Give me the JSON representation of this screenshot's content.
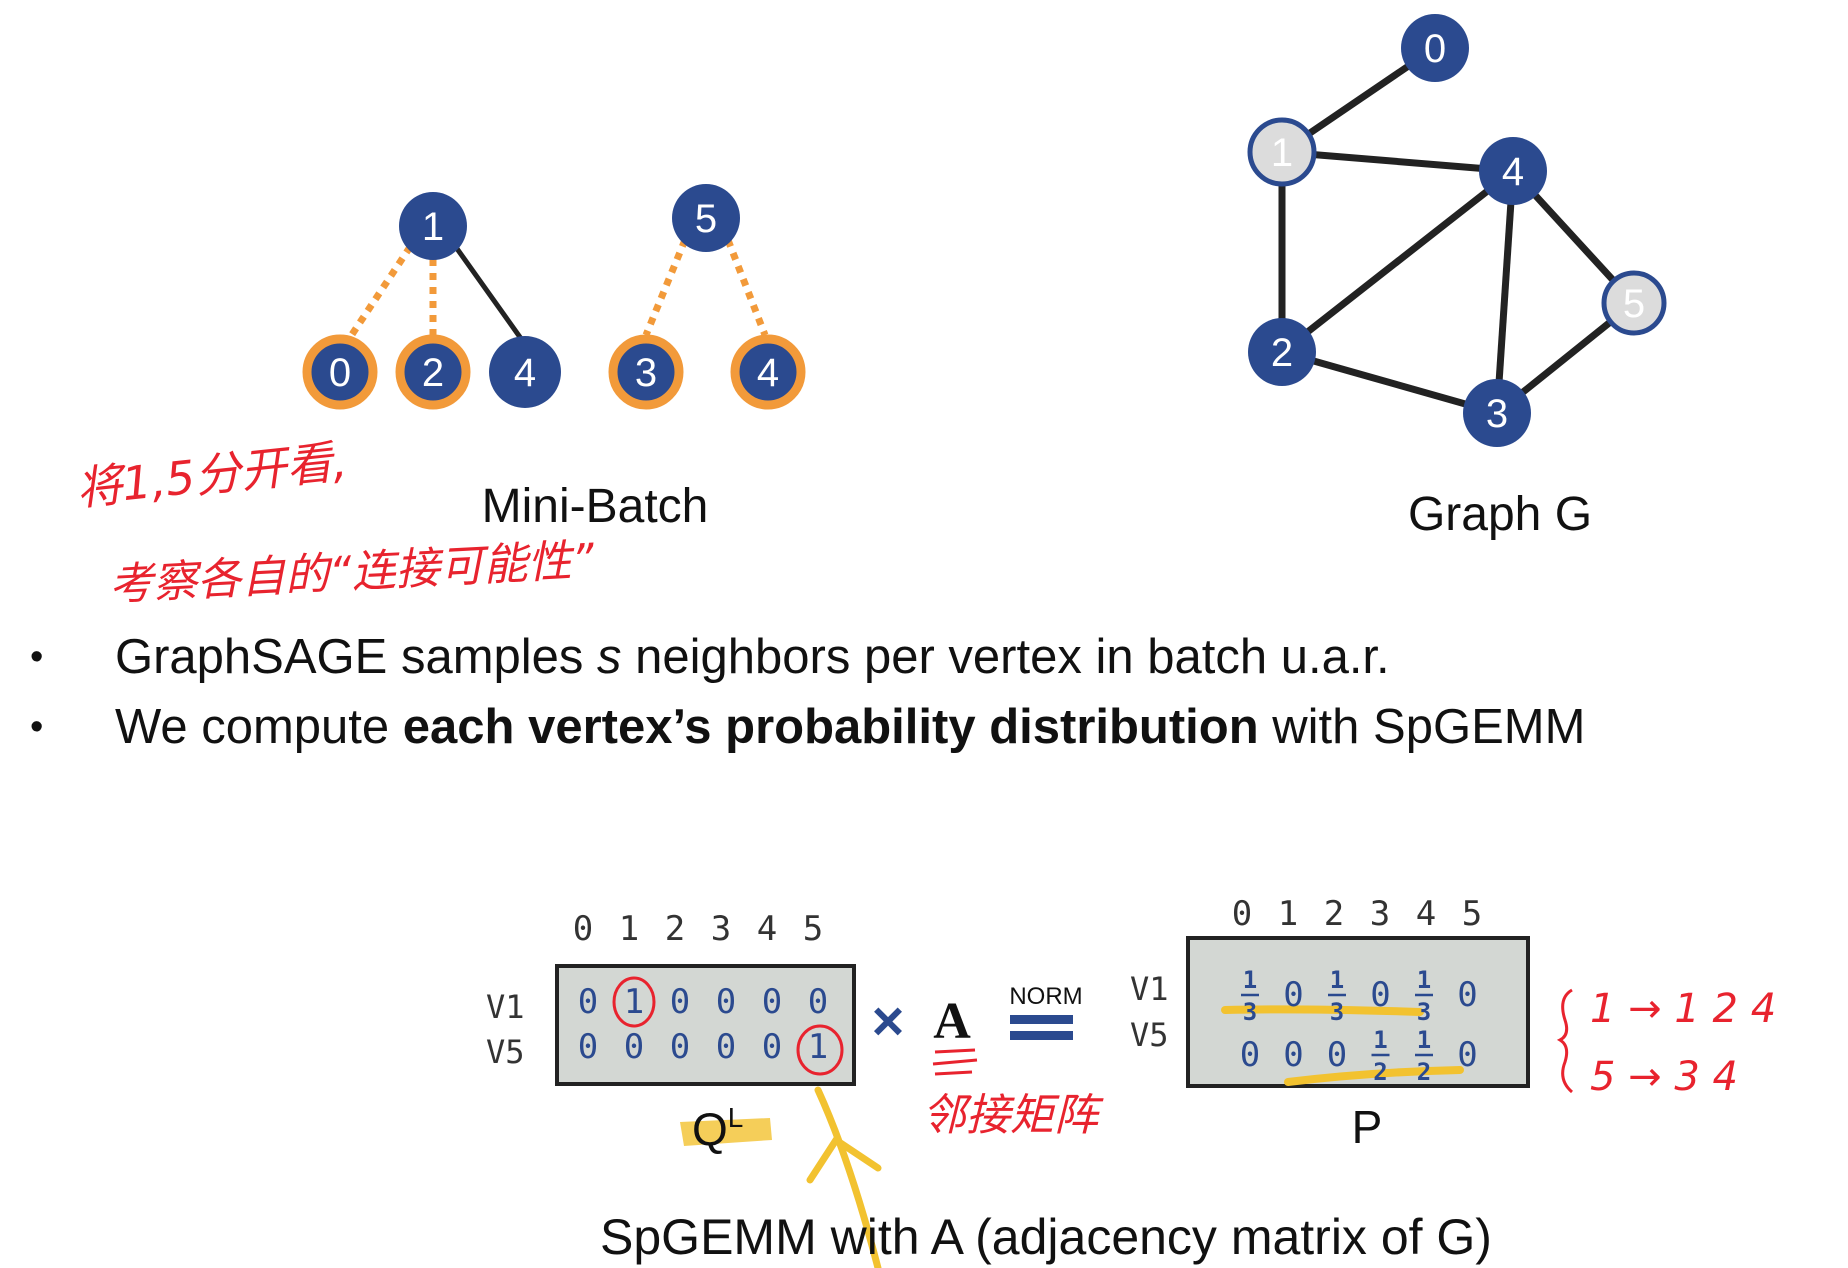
{
  "minibatch": {
    "caption": "Mini-Batch",
    "roots": [
      "1",
      "5"
    ],
    "tree1_children": [
      "0",
      "2",
      "4"
    ],
    "tree2_children": [
      "3",
      "4"
    ]
  },
  "graph": {
    "caption": "Graph G",
    "nodes": [
      "0",
      "1",
      "2",
      "3",
      "4",
      "5"
    ]
  },
  "handwriting": {
    "line1": "将1,5分开看,",
    "line2": "考察各自的“连接可能性”",
    "adjacency_note": "邻接矩阵",
    "map_line1": "1 → 1 2 4",
    "map_line2": "5 → 3 4"
  },
  "bullets": {
    "b1_pre": "GraphSAGE samples ",
    "b1_em": "s",
    "b1_post": " neighbors per vertex in batch u.a.r.",
    "b2_pre": "We compute ",
    "b2_bold": "each vertex’s probability distribution",
    "b2_post": " with SpGEMM"
  },
  "equation": {
    "col_headers": [
      "0",
      "1",
      "2",
      "3",
      "4",
      "5"
    ],
    "row_labels": [
      "V1",
      "V5"
    ],
    "Q_rows": [
      [
        "0",
        "1",
        "0",
        "0",
        "0",
        "0"
      ],
      [
        "0",
        "0",
        "0",
        "0",
        "0",
        "1"
      ]
    ],
    "Q_label": "Q",
    "Q_superscript": "L",
    "times": "×",
    "A_label": "A",
    "norm_label": "NORM",
    "P_label": "P",
    "P_rows": [
      [
        "1/3",
        "0",
        "1/3",
        "0",
        "1/3",
        "0"
      ],
      [
        "0",
        "0",
        "0",
        "1/2",
        "1/2",
        "0"
      ]
    ],
    "caption": "SpGEMM with A (adjacency matrix of G)"
  },
  "colors": {
    "node_blue": "#2b4a8f",
    "node_grey": "#dcdcdc",
    "orange": "#f29a3a",
    "matrix_fill": "#d3d7d3",
    "matrix_text": "#2b4a8f",
    "red_ink": "#e8232e",
    "highlight": "#f2c230"
  }
}
